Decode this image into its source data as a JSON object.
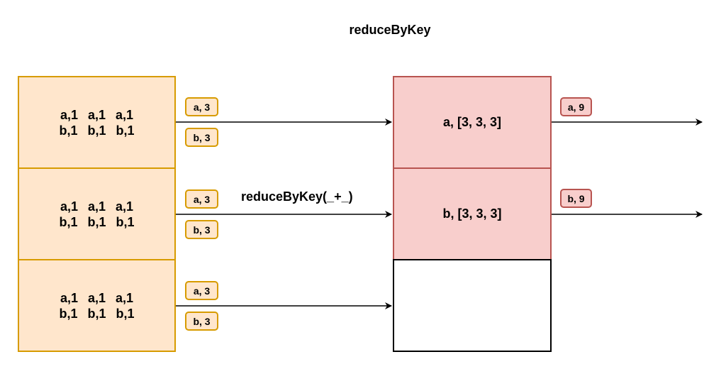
{
  "title": "reduceByKey",
  "operation_label": "reduceByKey(_+_)",
  "partitions": [
    {
      "line1": "a,1  a,1  a,1",
      "line2": "b,1  b,1  b,1",
      "tags": [
        "a, 3",
        "b, 3"
      ]
    },
    {
      "line1": "a,1  a,1  a,1",
      "line2": "b,1  b,1  b,1",
      "tags": [
        "a, 3",
        "b, 3"
      ]
    },
    {
      "line1": "a,1  a,1  a,1",
      "line2": "b,1  b,1  b,1",
      "tags": [
        "a, 3",
        "b, 3"
      ]
    }
  ],
  "reduce_partitions": [
    {
      "label": "a, [3, 3, 3]",
      "output": "a, 9"
    },
    {
      "label": "b, [3, 3, 3]",
      "output": "b, 9"
    },
    {
      "label": "",
      "output": ""
    }
  ],
  "colors": {
    "input_fill": "#ffe6cc",
    "input_stroke": "#d79b00",
    "reduce_fill": "#f8cecc",
    "reduce_stroke": "#b85450",
    "arrow": "#000000"
  }
}
